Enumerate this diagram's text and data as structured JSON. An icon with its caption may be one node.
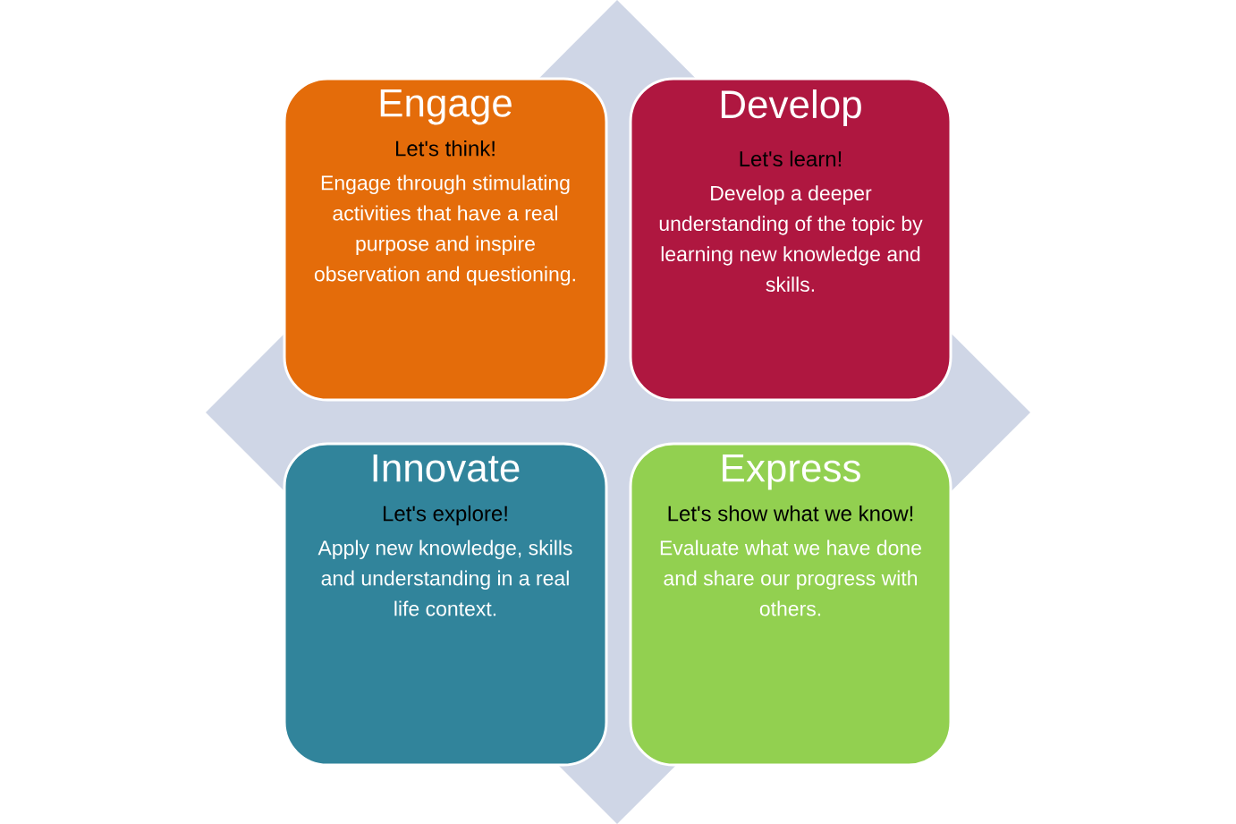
{
  "diagram": {
    "nodes": [
      {
        "text": [
          "Engage",
          "Let's think!",
          "Engage through stimulating activities that have a real purpose and inspire observation and questioning."
        ]
      },
      {
        "text": [
          "Develop",
          "Let's learn!",
          "Develop a deeper understanding of the topic by learning new knowledge and skills."
        ]
      },
      {
        "text": [
          "Innovate",
          "Let's explore!",
          "Apply new knowledge, skills and understanding in a real life context."
        ]
      },
      {
        "text": [
          "Express",
          "Let's show what we know!",
          "Evaluate what we have done and share our progress with others."
        ]
      }
    ]
  }
}
